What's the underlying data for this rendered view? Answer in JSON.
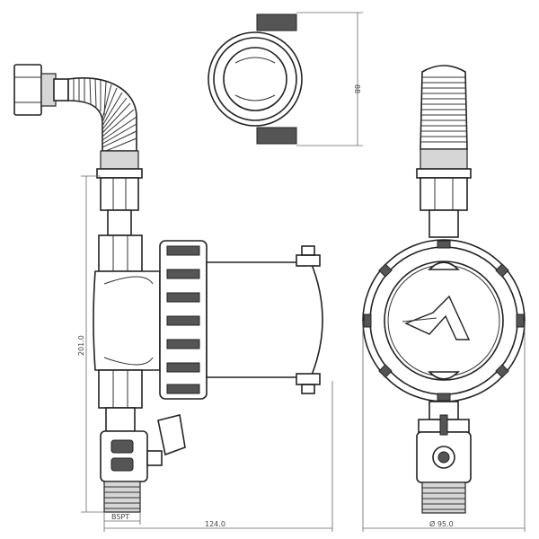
{
  "dimensions": {
    "height_left": "201.0",
    "width_bottom_left": "124.0",
    "thread_label": "BSPT",
    "top_view_height": "88",
    "diameter_right": "Ø 95.0"
  },
  "colors": {
    "line": "#222222",
    "dimension": "#666666",
    "shade": "#d6d6d6"
  },
  "icons": {
    "logo": "stylized-A-logo-icon"
  }
}
